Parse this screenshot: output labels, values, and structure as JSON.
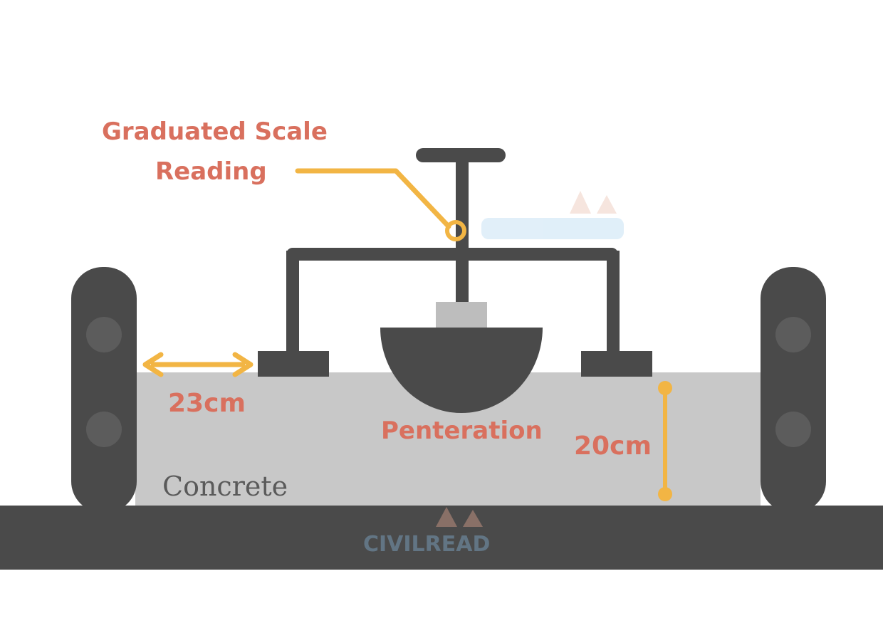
{
  "labels": {
    "scale_line1": "Graduated Scale",
    "scale_line2": "Reading",
    "distance": "23cm",
    "penetration": "Penteration",
    "depth": "20cm",
    "material": "Concrete"
  },
  "watermark": {
    "text": "CIVILREAD"
  },
  "colors": {
    "frame": "#4a4a4a",
    "concrete": "#c8c8c8",
    "accent": "#f2b544",
    "label": "#d9705e",
    "material_label": "#5a5a5a",
    "cap": "#bdbdbd",
    "bolt": "#5c5c5c"
  }
}
